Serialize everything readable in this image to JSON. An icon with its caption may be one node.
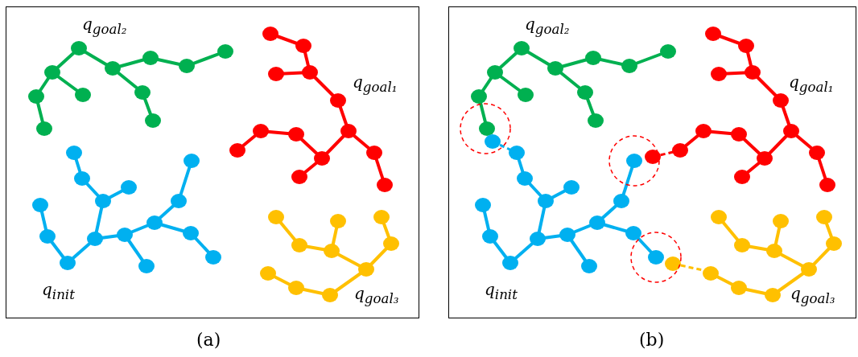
{
  "diagram": {
    "labels": [
      "q$_{goal₂}$",
      "q$_{goal₁}$",
      "q$_{init}$",
      "q$_{goal₃}$",
      "(a)",
      "q$_{goal₂}$",
      "q$_{goal₁}$",
      "q$_{init}$",
      "q$_{goal₃}$",
      "(b)"
    ]
  }
}
